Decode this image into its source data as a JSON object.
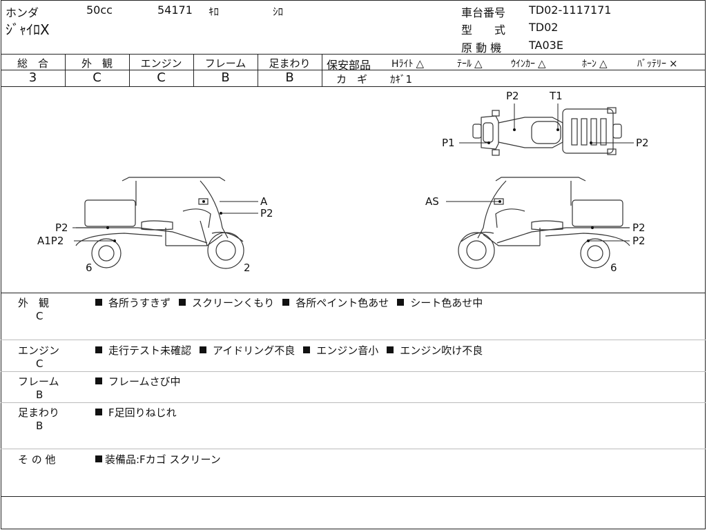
{
  "header": {
    "maker": "ホンダ",
    "displacement": "50cc",
    "mileage": "54171",
    "mileage_unit": "ｷﾛ",
    "color": "ｼﾛ",
    "model_name": "ｼﾞｬｲﾛX",
    "frame_no_label": "車台番号",
    "frame_no": "TD02-1117171",
    "type_label": "型　　式",
    "type": "TD02",
    "engine_label": "原 動 機",
    "engine": "TA03E"
  },
  "scores": [
    {
      "label": "総　合",
      "value": "3"
    },
    {
      "label": "外　観",
      "value": "C"
    },
    {
      "label": "エンジン",
      "value": "C"
    },
    {
      "label": "フレーム",
      "value": "B"
    },
    {
      "label": "足まわり",
      "value": "B"
    }
  ],
  "safety": {
    "label": "保安部品",
    "items": [
      {
        "name": "Hﾗｲﾄ",
        "mark": "△"
      },
      {
        "name": "ﾃｰﾙ",
        "mark": "△"
      },
      {
        "name": "ｳｲﾝｶｰ",
        "mark": "△"
      },
      {
        "name": "ﾎｰﾝ",
        "mark": "△"
      },
      {
        "name": "ﾊﾞｯﾃﾘｰ",
        "mark": "×"
      }
    ],
    "key_label": "カ　ギ",
    "key_value": "ｶｷﾞ1"
  },
  "diagram": {
    "top_labels": {
      "p2": "P2",
      "t1": "T1",
      "p1": "P1",
      "p2_right": "P2"
    },
    "left_labels": {
      "a": "A",
      "p2_a": "P2",
      "p2_b": "P2",
      "a1p2": "A1P2",
      "wheel_rear": "6",
      "wheel_front": "2"
    },
    "right_labels": {
      "as": "AS",
      "p2_a": "P2",
      "p2_b": "P2",
      "wheel_rear": "6"
    }
  },
  "remarks": [
    {
      "label": "外　観",
      "grade": "C",
      "items": [
        "各所うすきず",
        "スクリーンくもり",
        "各所ペイント色あせ",
        "シート色あせ中"
      ]
    },
    {
      "label": "エンジン",
      "grade": "C",
      "items": [
        "走行テスト未確認",
        "アイドリング不良",
        "エンジン音小",
        "エンジン吹け不良"
      ]
    },
    {
      "label": "フレーム",
      "grade": "B",
      "items": [
        "フレームさび中"
      ]
    },
    {
      "label": "足まわり",
      "grade": "B",
      "items": [
        "F足回りねじれ"
      ]
    },
    {
      "label": "そ の 他",
      "grade": "",
      "items": [
        "装備品:Fカゴ スクリーン"
      ]
    }
  ]
}
